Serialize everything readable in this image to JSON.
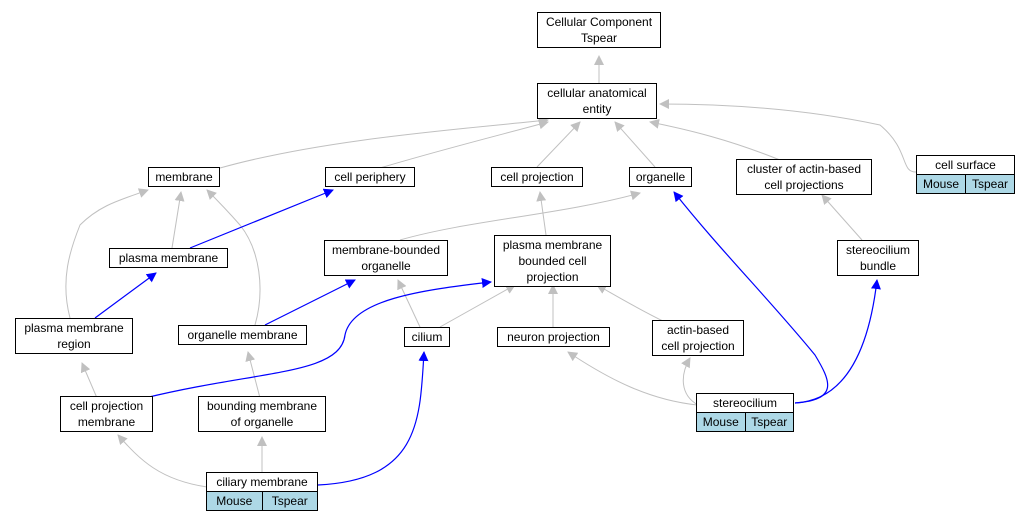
{
  "colors": {
    "gray_edge": "#c0c0c0",
    "blue_edge": "#0000ff",
    "tag_bg": "#add8e6"
  },
  "nodes": {
    "root": {
      "lines": [
        "Cellular Component",
        "Tspear"
      ]
    },
    "cellular_anatomical_entity": {
      "lines": [
        "cellular anatomical",
        "entity"
      ]
    },
    "membrane": {
      "lines": [
        "membrane"
      ]
    },
    "cell_periphery": {
      "lines": [
        "cell periphery"
      ]
    },
    "cell_projection": {
      "lines": [
        "cell projection"
      ]
    },
    "organelle": {
      "lines": [
        "organelle"
      ]
    },
    "cluster_actin": {
      "lines": [
        "cluster of actin-based",
        "cell projections"
      ]
    },
    "cell_surface": {
      "lines": [
        "cell surface"
      ],
      "tags": [
        "Mouse",
        "Tspear"
      ]
    },
    "plasma_membrane": {
      "lines": [
        "plasma membrane"
      ]
    },
    "membrane_bounded_organelle": {
      "lines": [
        "membrane-bounded",
        "organelle"
      ]
    },
    "pm_bounded_cell_projection": {
      "lines": [
        "plasma membrane",
        "bounded cell",
        "projection"
      ]
    },
    "stereocilium_bundle": {
      "lines": [
        "stereocilium",
        "bundle"
      ]
    },
    "pm_region": {
      "lines": [
        "plasma membrane",
        "region"
      ]
    },
    "organelle_membrane": {
      "lines": [
        "organelle membrane"
      ]
    },
    "cilium": {
      "lines": [
        "cilium"
      ]
    },
    "neuron_projection": {
      "lines": [
        "neuron projection"
      ]
    },
    "actin_cell_projection": {
      "lines": [
        "actin-based",
        "cell projection"
      ]
    },
    "cell_projection_membrane": {
      "lines": [
        "cell projection",
        "membrane"
      ]
    },
    "bounding_membrane": {
      "lines": [
        "bounding membrane",
        "of organelle"
      ]
    },
    "stereocilium": {
      "lines": [
        "stereocilium"
      ],
      "tags": [
        "Mouse",
        "Tspear"
      ]
    },
    "ciliary_membrane": {
      "lines": [
        "ciliary membrane"
      ],
      "tags": [
        "Mouse",
        "Tspear"
      ]
    }
  }
}
